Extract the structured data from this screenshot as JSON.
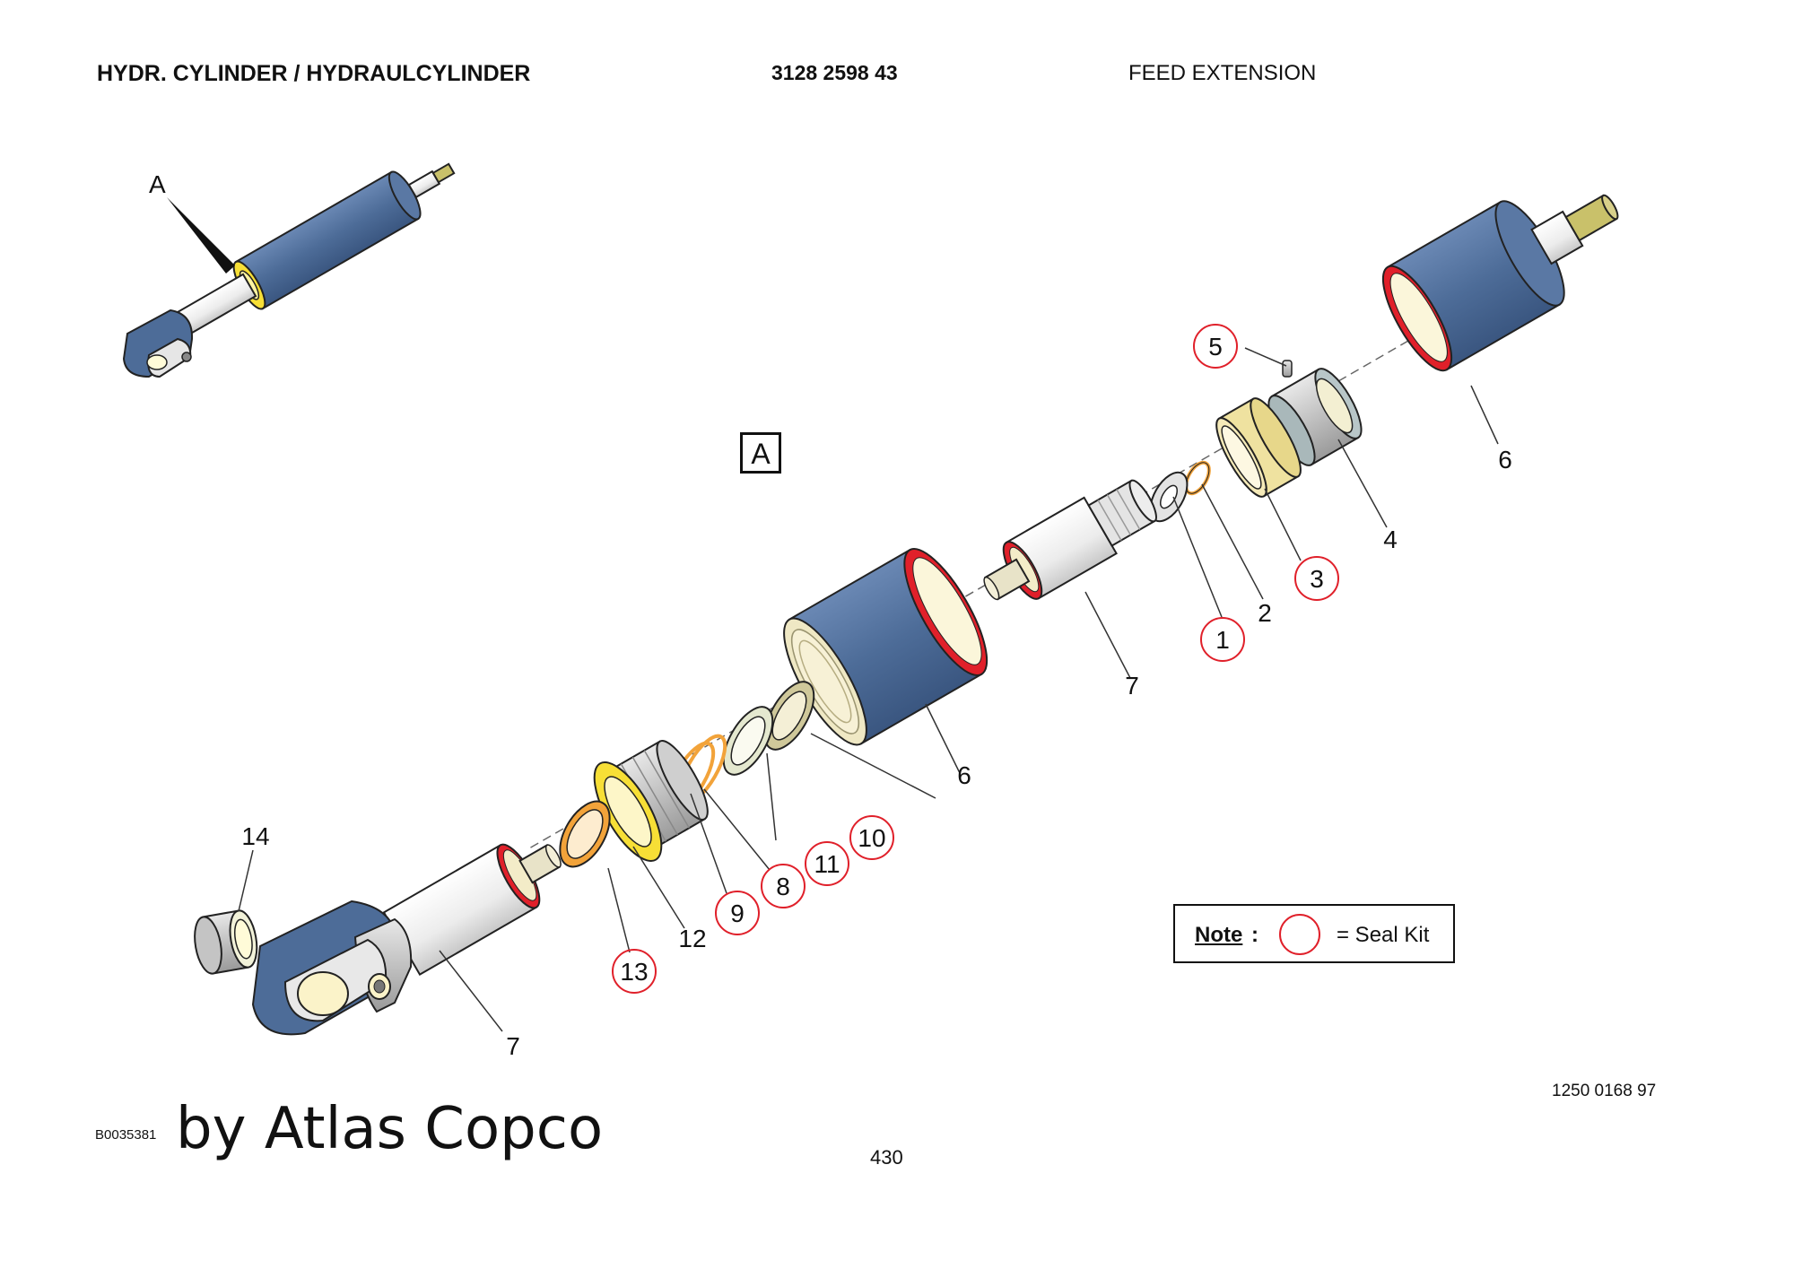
{
  "header": {
    "title": "HYDR. CYLINDER / HYDRAULCYLINDER",
    "part_number": "3128 2598 43",
    "section": "FEED EXTENSION"
  },
  "overview": {
    "detail_letter": "A"
  },
  "detail_box": "A",
  "callouts": [
    {
      "label": "1",
      "seal_kit": true
    },
    {
      "label": "2",
      "seal_kit": false
    },
    {
      "label": "3",
      "seal_kit": true
    },
    {
      "label": "4",
      "seal_kit": false
    },
    {
      "label": "5",
      "seal_kit": true
    },
    {
      "label": "6",
      "seal_kit": false
    },
    {
      "label": "6",
      "seal_kit": false
    },
    {
      "label": "7",
      "seal_kit": false
    },
    {
      "label": "7",
      "seal_kit": false
    },
    {
      "label": "8",
      "seal_kit": true
    },
    {
      "label": "9",
      "seal_kit": true
    },
    {
      "label": "10",
      "seal_kit": true
    },
    {
      "label": "11",
      "seal_kit": true
    },
    {
      "label": "12",
      "seal_kit": false
    },
    {
      "label": "13",
      "seal_kit": true
    },
    {
      "label": "14",
      "seal_kit": false
    }
  ],
  "note": {
    "label": "Note",
    "colon": ":",
    "text": "= Seal Kit"
  },
  "footer": {
    "drawing_number": "1250 0168 97",
    "image_code": "B0035381",
    "brand": "by Atlas Copco",
    "page_number": "430"
  },
  "colors": {
    "barrel_blue": "#4d6c98",
    "seal_red": "#e0202a",
    "nut_yellow": "#f7df36",
    "ring_orange": "#f2a33a",
    "ring_tan": "#efe6b2"
  }
}
